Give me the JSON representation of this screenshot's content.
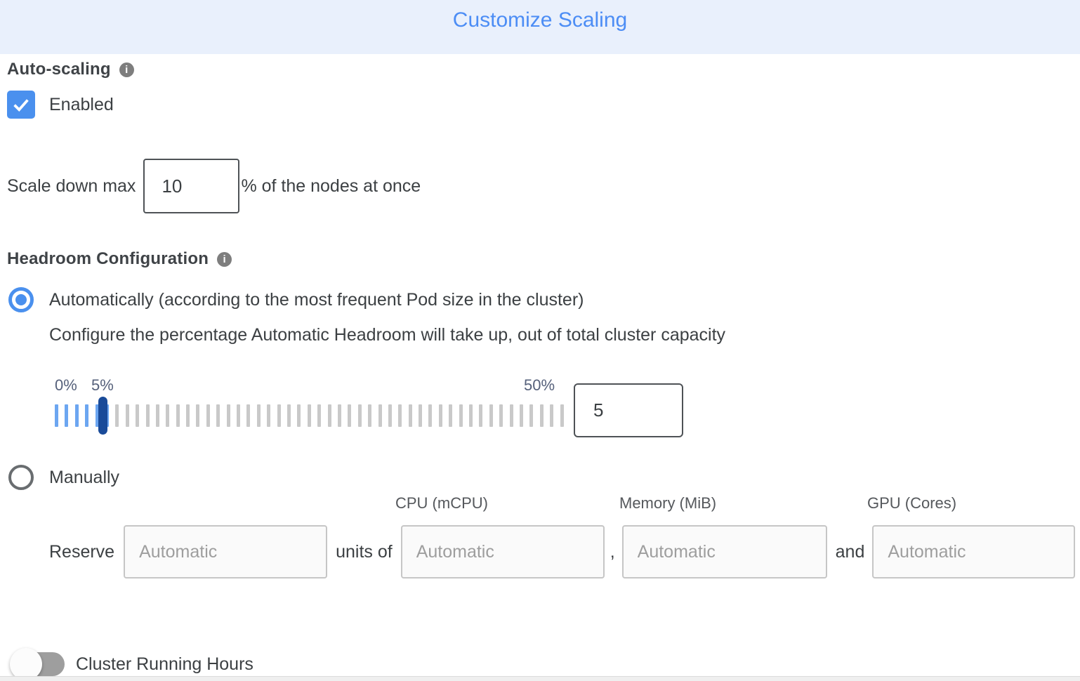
{
  "header": {
    "title": "Customize Scaling"
  },
  "auto_scaling": {
    "label": "Auto-scaling",
    "checkbox_label": "Enabled",
    "checked": true
  },
  "scale_down": {
    "prefix": "Scale down max",
    "value": "10",
    "suffix": "% of the nodes at once"
  },
  "headroom": {
    "label": "Headroom Configuration",
    "options": {
      "automatic": {
        "label": "Automatically (according to the most frequent Pod size in the cluster)",
        "selected": true,
        "description": "Configure the percentage Automatic Headroom will take up, out of total cluster capacity"
      },
      "manual": {
        "label": "Manually",
        "selected": false
      }
    },
    "slider": {
      "min_label": "0%",
      "value_label": "5%",
      "max_label": "50%",
      "tick_count": 51,
      "active_tick_index": 5,
      "value": "5"
    }
  },
  "reserve": {
    "label": "Reserve",
    "units_of_label": "units of",
    "comma_separator": ",",
    "and_separator": "and",
    "column_headers": [
      "CPU (mCPU)",
      "Memory (MiB)",
      "GPU (Cores)"
    ],
    "inputs": {
      "count_placeholder": "Automatic",
      "cpu_placeholder": "Automatic",
      "memory_placeholder": "Automatic",
      "gpu_placeholder": "Automatic"
    }
  },
  "cluster_running_hours": {
    "label": "Cluster Running Hours",
    "enabled": false
  },
  "colors": {
    "accent_blue": "#4A90EE",
    "title_blue": "#4C8DF5",
    "header_bg": "#E9F0FC",
    "text_dark": "#3C4043",
    "slider_active": "#6CA6F1",
    "slider_handle": "#1A4B99",
    "slider_inactive": "#C9C9C9",
    "toggle_track": "#9E9E9E",
    "placeholder_gray": "#9E9E9E"
  }
}
